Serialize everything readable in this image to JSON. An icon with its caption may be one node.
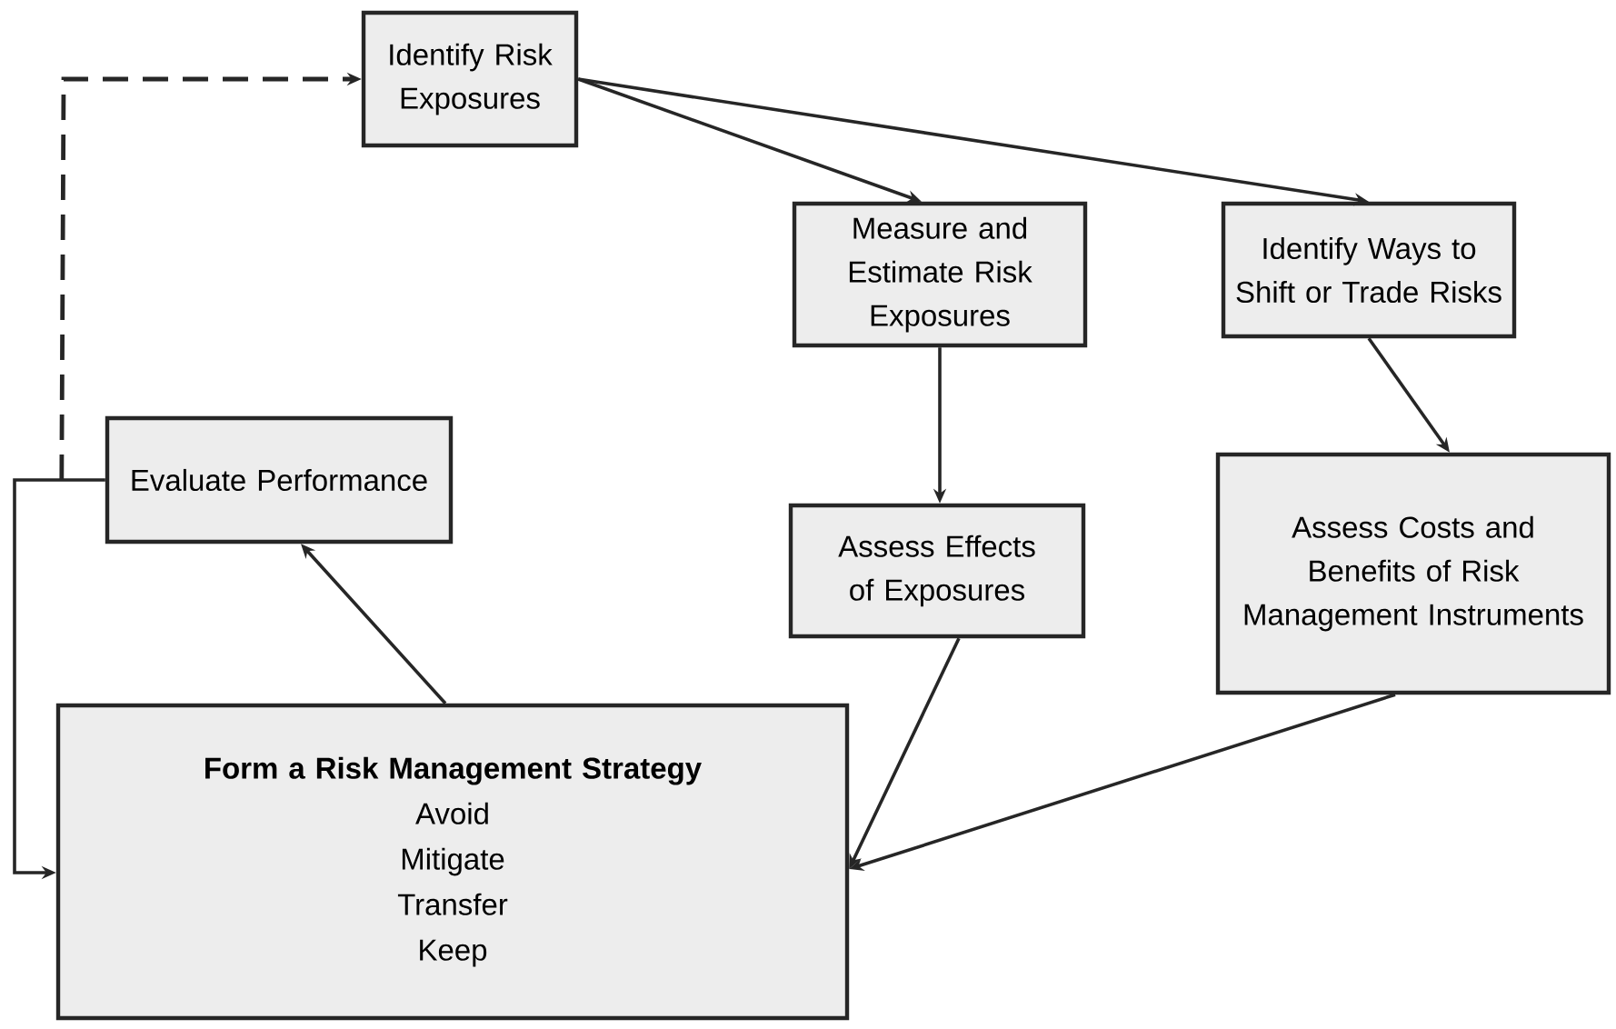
{
  "diagram": {
    "nodes": [
      {
        "text": [
          "Identify Risk Exposures"
        ]
      },
      {
        "text": [
          "Measure and Estimate Risk Exposures"
        ]
      },
      {
        "text": [
          "Identify Ways to Shift or Trade Risks"
        ]
      },
      {
        "text": [
          "Evaluate Performance"
        ]
      },
      {
        "text": [
          "Assess Effects of Exposures"
        ]
      },
      {
        "text": [
          "Assess Costs and Benefits of Risk Management Instruments"
        ]
      },
      {
        "text": [
          "Form a Risk Management Strategy",
          "Avoid",
          "Mitigate",
          "Transfer",
          "Keep"
        ]
      }
    ],
    "edges": [
      {
        "from": 0,
        "to": 1,
        "arrow": "to"
      },
      {
        "from": 0,
        "to": 2,
        "arrow": "to"
      },
      {
        "from": 1,
        "to": 4,
        "arrow": "to"
      },
      {
        "from": 2,
        "to": 5,
        "arrow": "to"
      },
      {
        "from": 4,
        "to": 6,
        "arrow": "to"
      },
      {
        "from": 5,
        "to": 6,
        "arrow": "to"
      },
      {
        "from": 6,
        "to": 3,
        "arrow": "to"
      },
      {
        "from": 3,
        "to": 6,
        "arrow": "to"
      },
      {
        "from": 3,
        "to": 0,
        "arrow": "to",
        "style": "dashed"
      }
    ]
  }
}
